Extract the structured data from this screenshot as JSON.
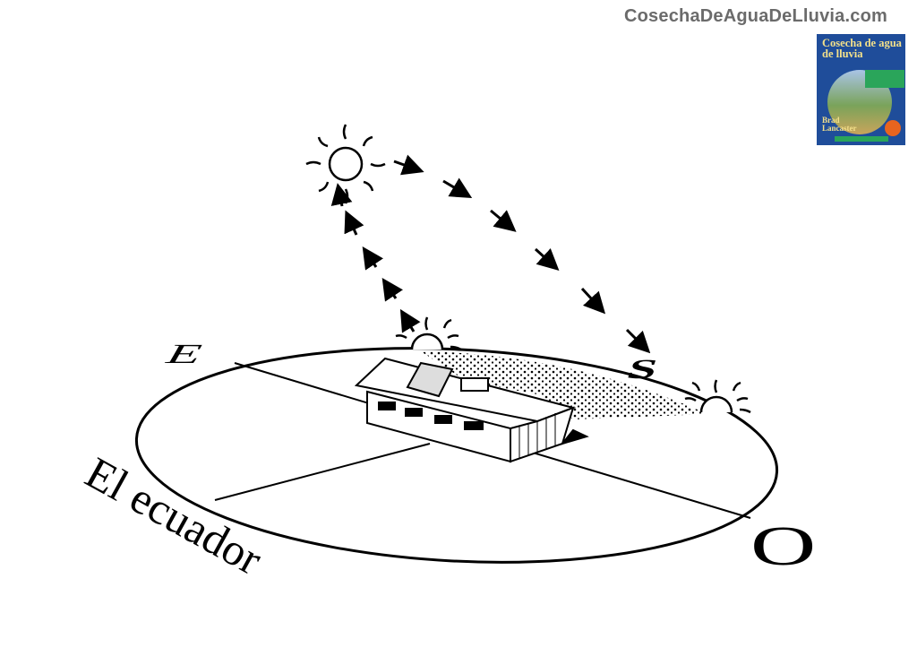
{
  "header": {
    "site": "CosechaDeAguaDeLluvia.com"
  },
  "book": {
    "title": "Cosecha de agua de lluvia",
    "subtitle": "para tierras áridas y secas",
    "author": "Brad Lancaster"
  },
  "diagram": {
    "directions": {
      "east": "E",
      "south": "S",
      "west": "O"
    },
    "equator_label": "El ecuador"
  }
}
